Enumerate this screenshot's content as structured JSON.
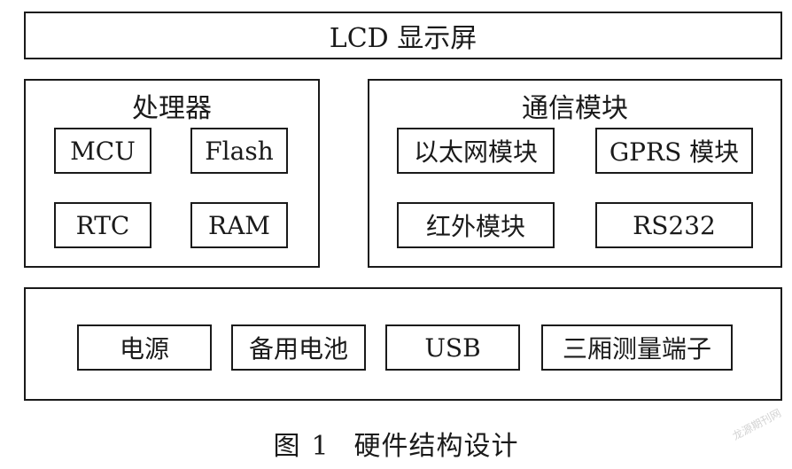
{
  "lcd": {
    "label": "LCD 显示屏"
  },
  "processor": {
    "title": "处理器",
    "items": [
      "MCU",
      "Flash",
      "RTC",
      "RAM"
    ]
  },
  "comm": {
    "title": "通信模块",
    "items": [
      "以太网模块",
      "GPRS 模块",
      "红外模块",
      "RS232"
    ]
  },
  "power": {
    "items": [
      "电源",
      "备用电池",
      "USB",
      "三厢测量端子"
    ]
  },
  "caption": {
    "prefix": "图",
    "number": "1",
    "text": "硬件结构设计"
  },
  "watermark": {
    "text": "龙源期刊网"
  }
}
